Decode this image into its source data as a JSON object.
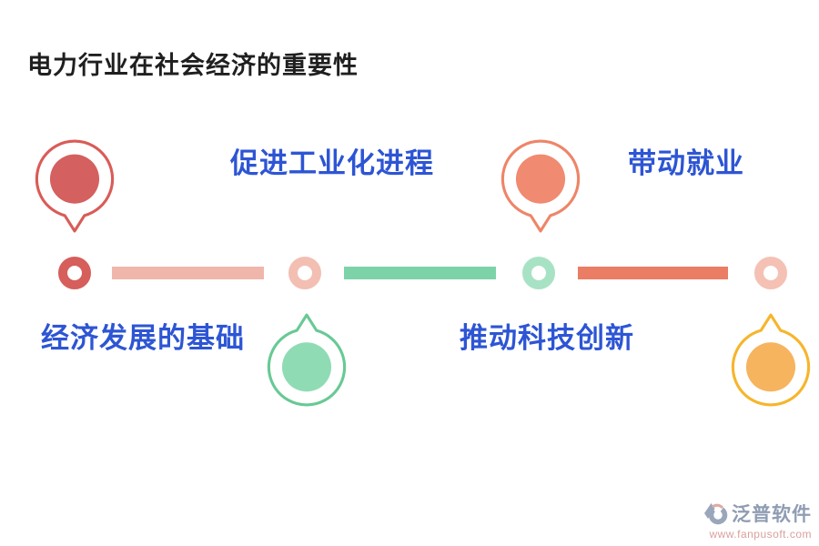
{
  "title": "电力行业在社会经济的重要性",
  "colors": {
    "title": "#1f1f1f",
    "label": "#2d55d4",
    "background": "#ffffff"
  },
  "pins": [
    {
      "label": "经济发展的基础",
      "outline_color": "#d95c57",
      "fill_color": "#d4605f",
      "direction": "down"
    },
    {
      "label": "促进工业化进程",
      "outline_color": "#68c994",
      "fill_color": "#8fdcb4",
      "direction": "up"
    },
    {
      "label": "推动科技创新",
      "outline_color": "#ee8568",
      "fill_color": "#f08a70",
      "direction": "down"
    },
    {
      "label": "带动就业",
      "outline_color": "#f6b52c",
      "fill_color": "#f6b45e",
      "direction": "up"
    }
  ],
  "timeline": {
    "nodes": [
      {
        "color": "#d65e5b"
      },
      {
        "color": "#f3bfb2"
      },
      {
        "color": "#a8e2c5"
      },
      {
        "color": "#f4c1b4"
      }
    ],
    "connectors": [
      {
        "color": "#f0b6ac"
      },
      {
        "color": "#7dd3a8"
      },
      {
        "color": "#ea7d64"
      }
    ]
  },
  "watermark": {
    "brand": "泛普软件",
    "url": "www.fanpusoft.com",
    "brand_color": "#8f9cb3",
    "url_color": "#d9a09b",
    "logo_main_color": "#9aa6ba",
    "logo_accent_color": "#e0a9a4"
  }
}
